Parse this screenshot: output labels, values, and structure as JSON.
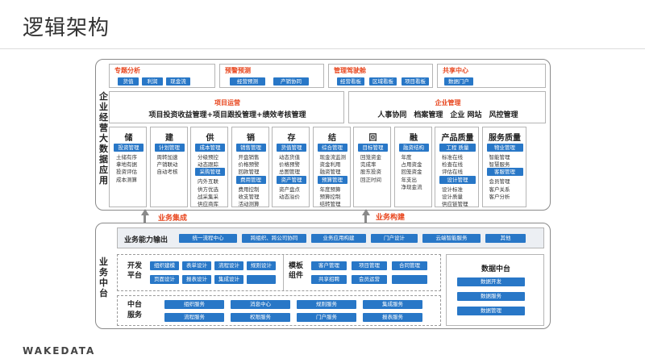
{
  "title": "逻辑架构",
  "footer_brand": "WAKEDATA",
  "top_section": {
    "side_label": "企业经营大数据应用",
    "analysis_boxes": [
      {
        "title": "专题分析",
        "chips": [
          "货值",
          "利润",
          "现金流"
        ]
      },
      {
        "title": "预警预测",
        "chips": [
          "经营预测",
          "产销协同"
        ]
      },
      {
        "title": "管理驾驶舱",
        "chips": [
          "经营看板",
          "区域看板",
          "项目看板"
        ]
      },
      {
        "title": "共享中心",
        "chips": [
          "数据门户"
        ]
      }
    ],
    "project_ops": {
      "title": "项目运营",
      "text": "项目投资收益管理+项目跟投管理+绩效考核管理"
    },
    "enterprise_mgmt": {
      "title": "企业管理",
      "text": "人事协同　档案管理　企业 网站　风控管理"
    },
    "columns": [
      {
        "head": "储",
        "items": [
          "投资管理",
          "土储有序",
          "拿地有据",
          "投资评估",
          "成本测算"
        ],
        "chip_idx": [
          0
        ]
      },
      {
        "head": "建",
        "items": [
          "计划管理",
          "周转加速",
          "产销联动",
          "自动考核"
        ],
        "chip_idx": [
          0
        ]
      },
      {
        "head": "供",
        "items": [
          "成本管理",
          "分级预控",
          "动态跟踪",
          "采购管理",
          "内外互联",
          "供方优选",
          "战采集采",
          "供应商库"
        ],
        "chip_idx": [
          0,
          3
        ]
      },
      {
        "head": "销",
        "items": [
          "销售管理",
          "开盘销售",
          "价格预警",
          "回款管理",
          "费用管理",
          "费用控制",
          "收支管理",
          "活动测算"
        ],
        "chip_idx": [
          0,
          4
        ]
      },
      {
        "head": "存",
        "items": [
          "货值管理",
          "动态货值",
          "价格预警",
          "总图管理",
          "资产管理",
          "资产盘点",
          "动态溢价"
        ],
        "chip_idx": [
          0,
          4
        ]
      },
      {
        "head": "结",
        "items": [
          "综合管理",
          "现金流监测",
          "资金利用",
          "融资管理",
          "预算管理",
          "年度预算",
          "预算控制",
          "结转管理"
        ],
        "chip_idx": [
          0,
          4
        ]
      },
      {
        "head": "回",
        "items": [
          "目标管理",
          "回笼资金",
          "完成率",
          "股东投资",
          "回正时间"
        ],
        "chip_idx": [
          0
        ]
      },
      {
        "head": "融",
        "items": [
          "融资结构",
          "年度",
          "占用资金",
          "回笼资金",
          "年支出",
          "净现金流"
        ],
        "chip_idx": [
          0
        ]
      },
      {
        "head": "产品质量",
        "items": [
          "工程 质量",
          "标准在线",
          "检查在线",
          "评估在线",
          "设计管理",
          "设计标准",
          "设计质量",
          "供应链管理"
        ],
        "chip_idx": [
          0,
          4
        ]
      },
      {
        "head": "服务质量",
        "items": [
          "物业管理",
          "智能管理",
          "智慧服务",
          "客服管理",
          "会员管理",
          "客户关系",
          "客户分析"
        ],
        "chip_idx": [
          0,
          3
        ]
      }
    ]
  },
  "connectors": {
    "left": "业务集成",
    "right": "业务构建"
  },
  "bottom_section": {
    "side_label": "业务中台",
    "capability": {
      "title": "业务能力输出",
      "chips": [
        "统一流程中心",
        "跨组织、跨公司协同",
        "业务应用构建",
        "门户设计",
        "云端智能服务",
        "其他"
      ]
    },
    "dev_platform": {
      "title": "开发平台",
      "chips": [
        "组织建模",
        "表单设计",
        "流程设计",
        "规则设计",
        "页面设计",
        "报表设计",
        "集成设计",
        ""
      ]
    },
    "templates": {
      "title": "模板组件",
      "chips": [
        "客户管理",
        "项目管理",
        "合同管理",
        "共享招聘",
        "会员运营",
        ""
      ]
    },
    "middle_services": {
      "title": "中台服务",
      "chips": [
        "组织服务",
        "消息中心",
        "规则服务",
        "集成服务",
        "流程服务",
        "权限服务",
        "门户服务",
        "报表服务"
      ]
    },
    "data_middle": {
      "title": "数据中台",
      "chips": [
        "数据开发",
        "数据服务",
        "数据管理"
      ]
    }
  },
  "colors": {
    "accent_blue": "#2877c7",
    "accent_red": "#e8461e",
    "border_gray": "#8a8a8a"
  }
}
